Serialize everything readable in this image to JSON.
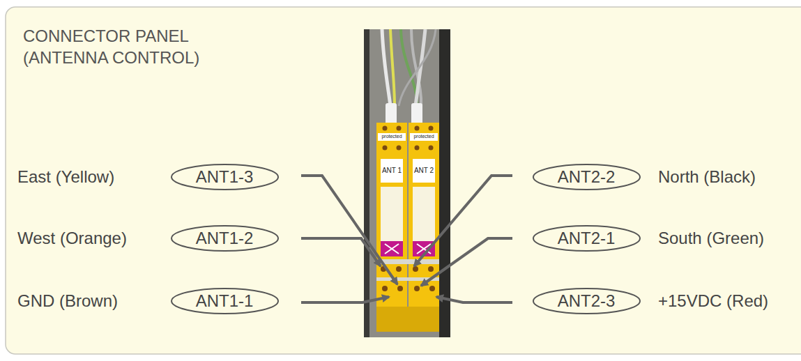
{
  "diagram": {
    "title": "CONNECTOR PANEL (ANTENNA CONTROL)",
    "nodes": [
      {
        "text": [
          "ANT1-3"
        ]
      },
      {
        "text": [
          "ANT1-2"
        ]
      },
      {
        "text": [
          "ANT1-1"
        ]
      },
      {
        "text": [
          "ANT2-2"
        ]
      },
      {
        "text": [
          "ANT2-1"
        ]
      },
      {
        "text": [
          "ANT2-3"
        ]
      }
    ],
    "labels": [
      "East (Yellow)",
      "West (Orange)",
      "GND (Brown)",
      "North (Black)",
      "South (Green)",
      "+15VDC (Red)",
      "protected",
      "protected",
      "ANT 1",
      "ANT 2"
    ]
  }
}
